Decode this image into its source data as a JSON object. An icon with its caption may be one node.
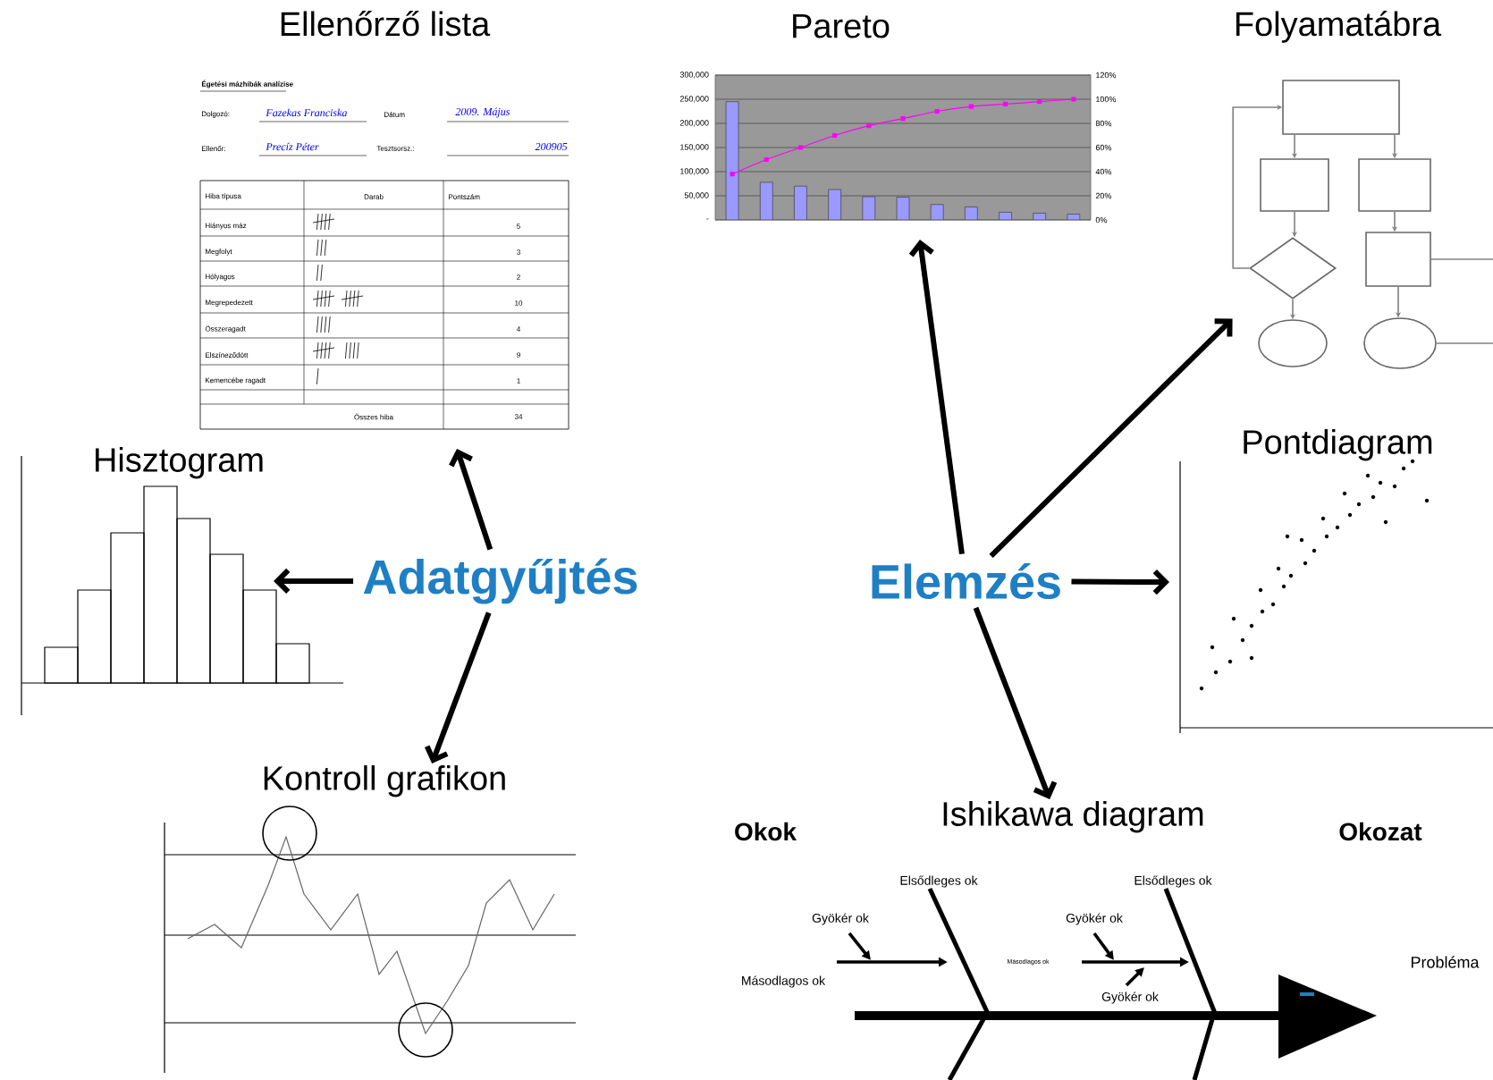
{
  "diagram": {
    "nodes": [
      {
        "text": [
          "Adatgyűjtés"
        ]
      },
      {
        "text": [
          "Elemzés"
        ]
      },
      {
        "text": [
          "Ellenőrző lista"
        ]
      },
      {
        "text": [
          "Hisztogram"
        ]
      },
      {
        "text": [
          "Kontroll grafikon"
        ]
      },
      {
        "text": [
          "Pareto"
        ]
      },
      {
        "text": [
          "Folyamatábra"
        ]
      },
      {
        "text": [
          "Pontdiagram"
        ]
      },
      {
        "text": [
          "Ishikawa diagram"
        ]
      },
      {
        "text": [],
        "shape": "box",
        "in": 6
      },
      {
        "text": [],
        "shape": "box",
        "in": 6
      },
      {
        "text": [],
        "shape": "box",
        "in": 6
      },
      {
        "text": [],
        "shape": "diamond",
        "in": 6
      },
      {
        "text": [],
        "shape": "box",
        "in": 6
      },
      {
        "text": [],
        "shape": "ellipse",
        "in": 6
      },
      {
        "text": [],
        "shape": "ellipse",
        "in": 6
      }
    ],
    "edges": [
      {
        "from": 0,
        "to": 2,
        "arrow": "to",
        "style": "thick",
        "color": "#000000"
      },
      {
        "from": 0,
        "to": 3,
        "arrow": "to",
        "style": "thick",
        "color": "#000000"
      },
      {
        "from": 0,
        "to": 4,
        "arrow": "to",
        "style": "thick",
        "color": "#000000"
      },
      {
        "from": 1,
        "to": 5,
        "arrow": "to",
        "style": "thick",
        "color": "#000000"
      },
      {
        "from": 1,
        "to": 6,
        "arrow": "to",
        "style": "thick",
        "color": "#000000"
      },
      {
        "from": 1,
        "to": 7,
        "arrow": "to",
        "style": "thick",
        "color": "#000000"
      },
      {
        "from": 1,
        "to": 8,
        "arrow": "to",
        "style": "thick",
        "color": "#000000"
      },
      {
        "from": 9,
        "to": 10,
        "arrow": "to",
        "color": "#808080"
      },
      {
        "from": 9,
        "to": 11,
        "arrow": "to",
        "color": "#808080"
      },
      {
        "from": 10,
        "to": 12,
        "arrow": "to",
        "color": "#808080"
      },
      {
        "from": 11,
        "to": 13,
        "arrow": "to",
        "color": "#808080"
      },
      {
        "from": 12,
        "to": 14,
        "arrow": "to",
        "color": "#808080"
      },
      {
        "from": 13,
        "to": 15,
        "arrow": "to",
        "color": "#808080"
      },
      {
        "from": 12,
        "to": 9,
        "arrow": "to",
        "color": "#808080"
      },
      {
        "from": 13,
        "to": null,
        "arrow": "none",
        "color": "#808080"
      },
      {
        "from": 15,
        "to": null,
        "arrow": "none",
        "color": "#808080"
      }
    ],
    "labels": [
      "Égetési mázhibák analízise",
      "Dolgozó:",
      "Fazekas Franciska",
      "Dátum",
      "2009. Május",
      "Ellenőr:",
      "Precíz Péter",
      "Tesztsorsz.:",
      "200905",
      "Hiba típusa",
      "Darab",
      "Pontszám",
      "Hiányos máz",
      "5",
      "Megfolyt",
      "3",
      "Hólyagos",
      "2",
      "Megrepedezett",
      "10",
      "Összeragadt",
      "4",
      "Elszíneződött",
      "9",
      "Kemencébe ragadt",
      "1",
      "Összes hiba",
      "34",
      "0%",
      "20%",
      "40%",
      "60%",
      "80%",
      "100%",
      "120%",
      "Okok",
      "Okozat",
      "Elsődleges ok",
      "Gyökér ok",
      "Másodlagos ok",
      "Másodlagos ok",
      "Elsődleges ok",
      "Gyökér ok",
      "Gyökér ok",
      "Probléma"
    ],
    "chart_data": {
      "type": "bar",
      "ylim": [
        0,
        300000
      ],
      "grid": true,
      "yticks": [
        {
          "value": 0,
          "label": "-"
        },
        {
          "value": 50000,
          "label": "50,000"
        },
        {
          "value": 100000,
          "label": "100,000"
        },
        {
          "value": 150000,
          "label": "150,000"
        },
        {
          "value": 200000,
          "label": "200,000"
        },
        {
          "value": 250000,
          "label": "250,000"
        },
        {
          "value": 300000,
          "label": "300,000"
        }
      ],
      "series": [
        {
          "color": "#9999ff",
          "values": [
            245000,
            78000,
            70000,
            63000,
            48000,
            47000,
            32000,
            27000,
            16000,
            14000,
            12000
          ]
        },
        {
          "type": "line",
          "marker": "square",
          "color": "#ff00ff",
          "values": [
            95000,
            125000,
            150000,
            175000,
            195000,
            210000,
            225000,
            235000,
            240000,
            245000,
            250000
          ]
        }
      ]
    }
  }
}
